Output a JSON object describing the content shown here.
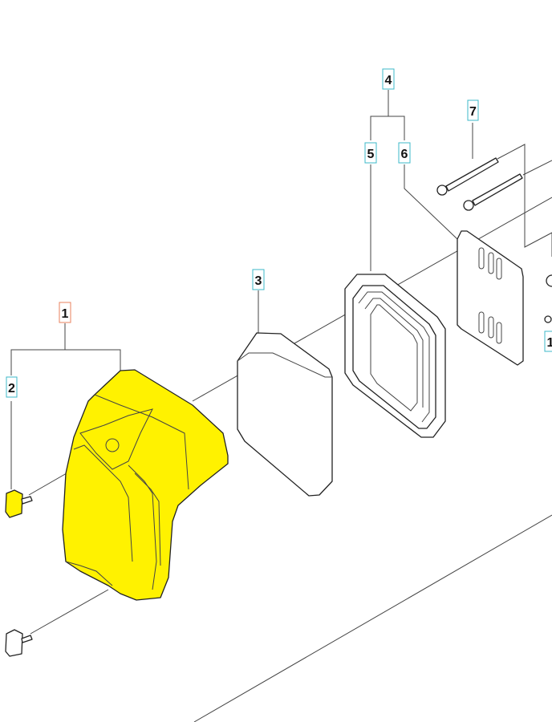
{
  "diagram": {
    "callouts": [
      {
        "id": "1",
        "label": "1",
        "highlighted": true
      },
      {
        "id": "2",
        "label": "2"
      },
      {
        "id": "3",
        "label": "3"
      },
      {
        "id": "4",
        "label": "4"
      },
      {
        "id": "5",
        "label": "5"
      },
      {
        "id": "6",
        "label": "6"
      },
      {
        "id": "7",
        "label": "7"
      },
      {
        "id": "1b",
        "label": "1"
      }
    ],
    "colors": {
      "highlight_box": "#e8825c",
      "callout_box": "#3cb8c8",
      "cover_fill": "#fff200"
    }
  }
}
